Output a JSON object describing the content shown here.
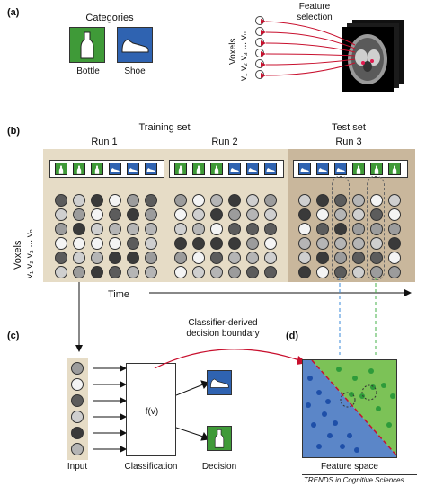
{
  "panels": {
    "a": "(a)",
    "b": "(b)",
    "c": "(c)",
    "d": "(d)"
  },
  "panel_a": {
    "categories_title": "Categories",
    "bottle_label": "Bottle",
    "shoe_label": "Shoe",
    "voxels_label": "Voxels",
    "voxel_indices": "v₁ v₂ v₃ ... vₙ",
    "feature_selection": "Feature\nselection"
  },
  "panel_b": {
    "training_set": "Training set",
    "test_set": "Test set",
    "runs": [
      "Run 1",
      "Run 2",
      "Run 3"
    ],
    "voxels_label": "Voxels",
    "voxel_indices": "v₁ v₂ v₃ ... vₙ",
    "time_label": "Time",
    "run_stimuli": [
      [
        "bottle",
        "bottle",
        "bottle",
        "shoe",
        "shoe",
        "shoe"
      ],
      [
        "bottle",
        "bottle",
        "bottle",
        "shoe",
        "shoe",
        "shoe"
      ],
      [
        "shoe",
        "shoe",
        "shoe",
        "bottle",
        "bottle",
        "bottle"
      ]
    ]
  },
  "panel_c": {
    "input_label": "Input",
    "classification_label": "Classification",
    "decision_label": "Decision",
    "function_label": "f(v)",
    "boundary_label": "Classifier-derived\ndecision boundary"
  },
  "panel_d": {
    "feature_space_label": "Feature space"
  },
  "footer": "TRENDS in Cognitive Sciences",
  "colors": {
    "bottle_green": "#3f9a38",
    "shoe_blue": "#2f63b1",
    "run_bg": "#e6dcc6",
    "test_bg": "#c9b79c",
    "feature_blue": "#5b86c8",
    "feature_green": "#7cc257",
    "boundary_red": "#c8102e"
  }
}
